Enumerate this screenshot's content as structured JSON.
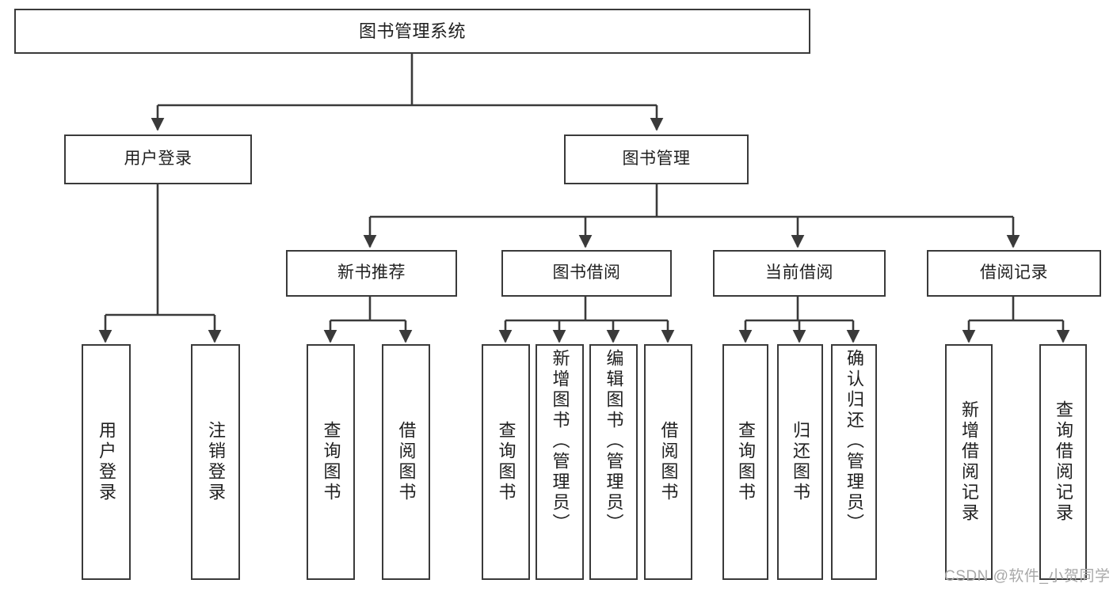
{
  "diagram": {
    "type": "tree-hierarchy-flowchart",
    "root": {
      "label": "图书管理系统"
    },
    "level1": [
      {
        "id": "user-login",
        "label": "用户登录"
      },
      {
        "id": "book-management",
        "label": "图书管理"
      }
    ],
    "level2": [
      {
        "id": "new-book-recommend",
        "label": "新书推荐",
        "parent": "book-management"
      },
      {
        "id": "book-borrow",
        "label": "图书借阅",
        "parent": "book-management"
      },
      {
        "id": "current-borrow",
        "label": "当前借阅",
        "parent": "book-management"
      },
      {
        "id": "borrow-record",
        "label": "借阅记录",
        "parent": "book-management"
      }
    ],
    "leaves": [
      {
        "id": "leaf-user-login",
        "label": "用户登录",
        "parent": "user-login"
      },
      {
        "id": "leaf-logout-login",
        "label": "注销登录",
        "parent": "user-login"
      },
      {
        "id": "leaf-query-book-1",
        "label": "查询图书",
        "parent": "new-book-recommend"
      },
      {
        "id": "leaf-borrow-book-1",
        "label": "借阅图书",
        "parent": "new-book-recommend"
      },
      {
        "id": "leaf-query-book-2",
        "label": "查询图书",
        "parent": "book-borrow"
      },
      {
        "id": "leaf-add-book",
        "label": "新增图书（管理员）",
        "parent": "book-borrow"
      },
      {
        "id": "leaf-edit-book",
        "label": "编辑图书（管理员）",
        "parent": "book-borrow"
      },
      {
        "id": "leaf-borrow-book-2",
        "label": "借阅图书",
        "parent": "book-borrow"
      },
      {
        "id": "leaf-query-book-3",
        "label": "查询图书",
        "parent": "current-borrow"
      },
      {
        "id": "leaf-return-book",
        "label": "归还图书",
        "parent": "current-borrow"
      },
      {
        "id": "leaf-confirm-return",
        "label": "确认归还（管理员）",
        "parent": "current-borrow"
      },
      {
        "id": "leaf-add-record",
        "label": "新增借阅记录",
        "parent": "borrow-record"
      },
      {
        "id": "leaf-query-record",
        "label": "查询借阅记录",
        "parent": "borrow-record"
      }
    ],
    "colors": {
      "stroke": "#3a3a3a",
      "fill": "#ffffff",
      "text": "#1f1f1f",
      "watermark": "#a8a8a8"
    }
  },
  "watermark": {
    "text": "CSDN @软件_小贺同学"
  }
}
